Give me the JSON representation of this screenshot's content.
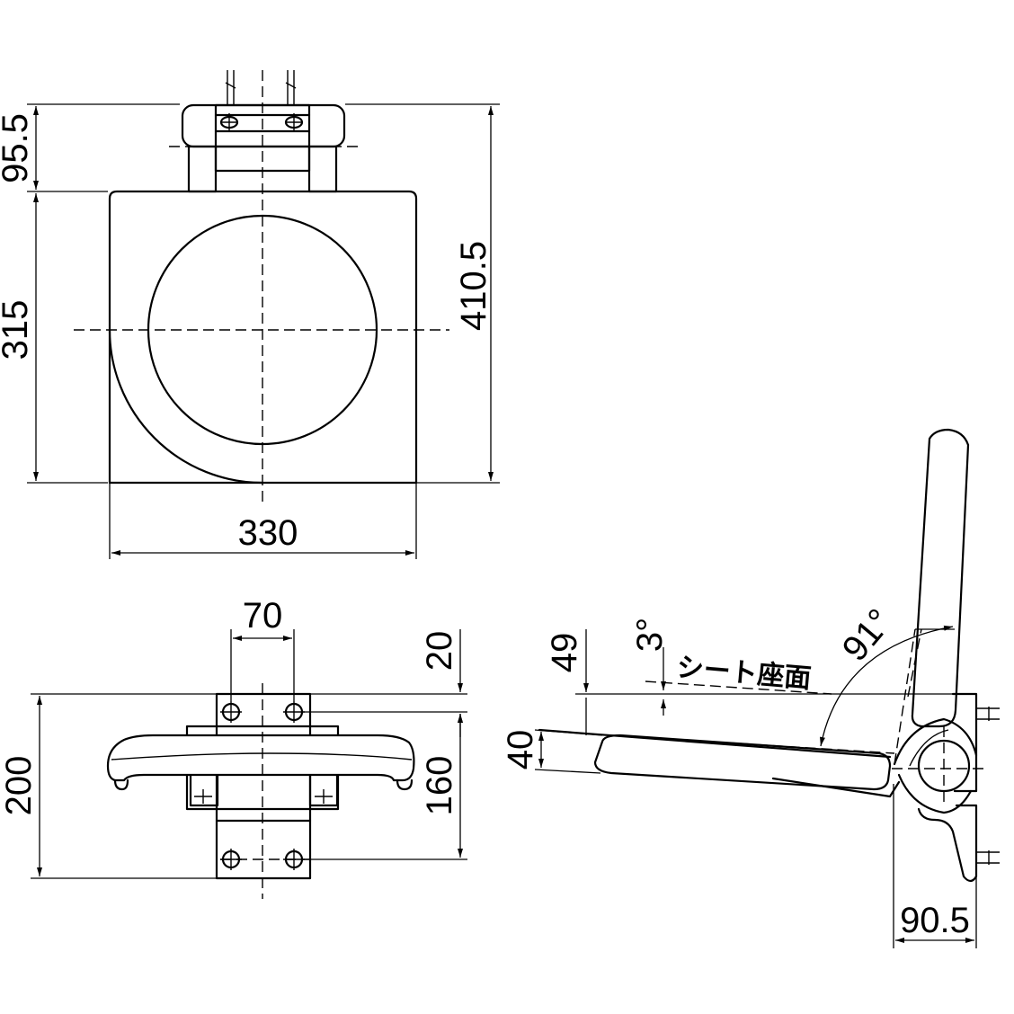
{
  "top_view": {
    "dim_bracket_height": "95.5",
    "dim_seat_depth": "315",
    "dim_total_depth": "410.5",
    "dim_width": "330"
  },
  "front_view": {
    "dim_hole_spacing": "70",
    "dim_top_offset": "20",
    "dim_total_height": "200",
    "dim_hole_vertical": "160"
  },
  "side_view": {
    "dim_back_height": "49",
    "dim_seat_thickness": "40",
    "dim_depth": "90.5",
    "angle_tilt": "3°",
    "angle_back": "91°",
    "seat_surface_label": "シート座面"
  }
}
